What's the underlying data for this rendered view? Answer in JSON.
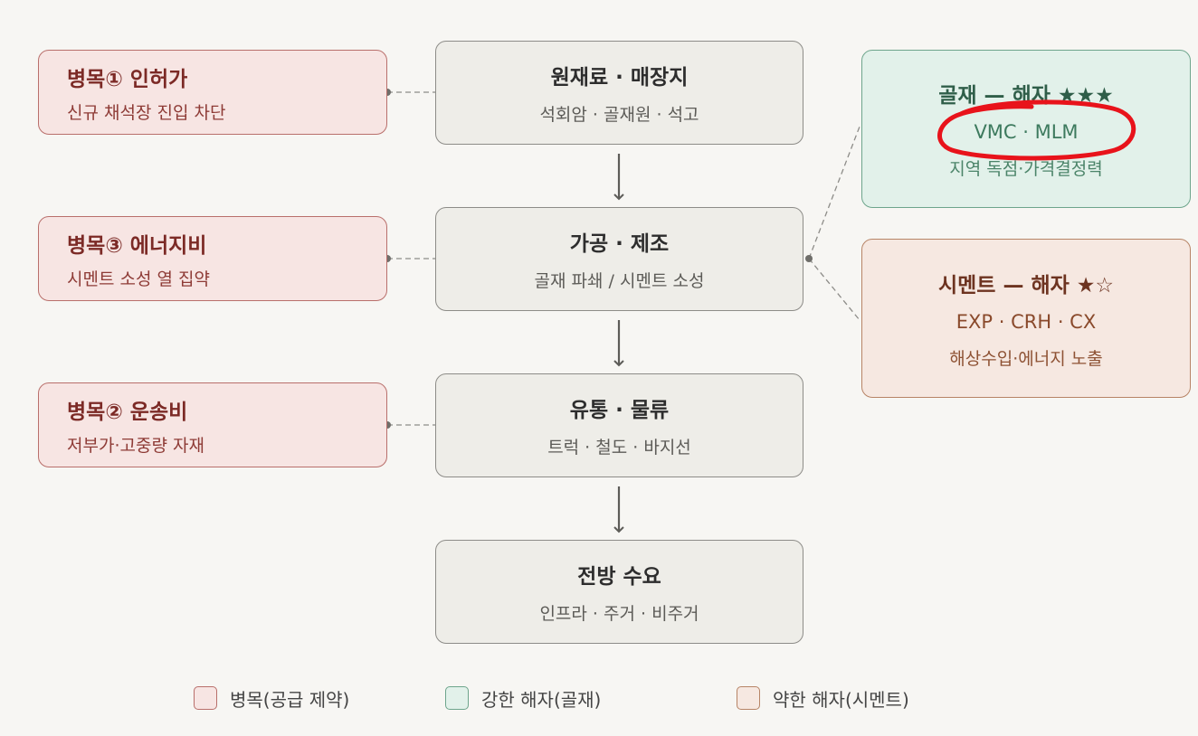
{
  "flow": [
    {
      "title": "원재료 · 매장지",
      "sub": "석회암 · 골재원 · 석고"
    },
    {
      "title": "가공 · 제조",
      "sub": "골재 파쇄 / 시멘트 소성"
    },
    {
      "title": "유통 · 물류",
      "sub": "트럭 · 철도 · 바지선"
    },
    {
      "title": "전방 수요",
      "sub": "인프라 · 주거 · 비주거"
    }
  ],
  "bottlenecks": [
    {
      "title": "병목① 인허가",
      "sub": "신규 채석장 진입 차단"
    },
    {
      "title": "병목③ 에너지비",
      "sub": "시멘트 소성 열 집약"
    },
    {
      "title": "병목② 운송비",
      "sub": "저부가·고중량 자재"
    }
  ],
  "moats": {
    "strong": {
      "title": "골재 — 해자 ★★★",
      "players": "VMC · MLM",
      "sub": "지역 독점·가격결정력"
    },
    "weak": {
      "title": "시멘트 — 해자 ★☆",
      "players": "EXP · CRH · CX",
      "sub": "해상수입·에너지 노출"
    }
  },
  "legend": [
    {
      "label": "병목(공급 제약)",
      "color": "#f7e5e3",
      "border": "#b96f6b"
    },
    {
      "label": "강한 해자(골재)",
      "color": "#e2f1ea",
      "border": "#6ea58c"
    },
    {
      "label": "약한 해자(시멘트)",
      "color": "#f6e8e1",
      "border": "#b78466"
    }
  ],
  "colors": {
    "annotation": "#e8131b",
    "arrow": "#5d5c58",
    "connector": "#8d8c88"
  }
}
